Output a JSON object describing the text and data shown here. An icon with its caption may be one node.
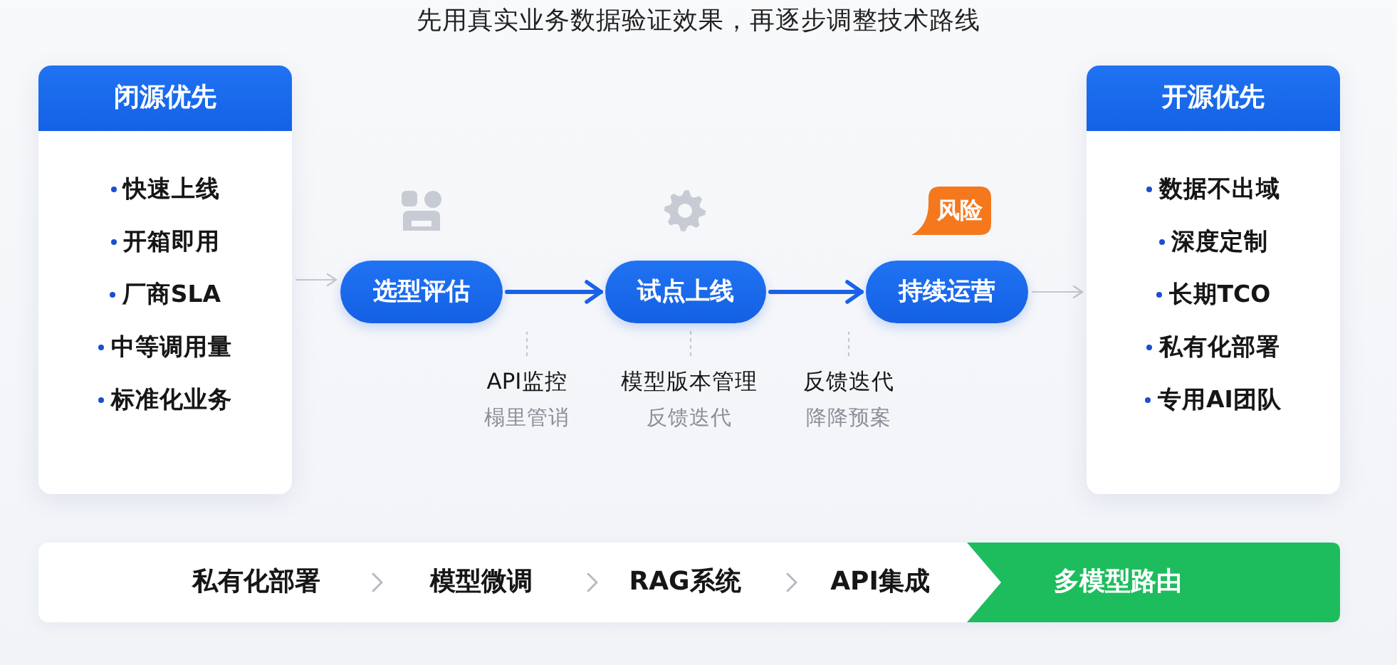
{
  "diagram": {
    "title": "先用真实业务数据验证效果，再逐步调整技术路线",
    "nodes": [
      {
        "text": [
          "闭源优先",
          "快速上线",
          "开箱即用",
          "厂商SLA",
          "中等调用量",
          "标准化业务"
        ]
      },
      {
        "text": [
          "选型评估"
        ]
      },
      {
        "text": [
          "试点上线"
        ]
      },
      {
        "text": [
          "持续运营"
        ]
      },
      {
        "text": [
          "风险"
        ]
      },
      {
        "text": [
          "开源优先",
          "数据不出域",
          "深度定制",
          "长期TCO",
          "私有化部署",
          "专用AI团队"
        ]
      },
      {
        "text": [
          "API监控",
          "榻里管诮"
        ]
      },
      {
        "text": [
          "模型版本管理",
          "反馈迭代"
        ]
      },
      {
        "text": [
          "反馈迭代",
          "降降预案"
        ]
      },
      {
        "text": [
          "私有化部署",
          "模型微调",
          "RAG系统",
          "API集成"
        ]
      },
      {
        "text": [
          "多模型路由"
        ],
        "in": 9
      }
    ],
    "edges": [
      {
        "from": 0,
        "to": 1,
        "arrow": "to"
      },
      {
        "from": 1,
        "to": 2,
        "arrow": "to",
        "style": "thick",
        "color": "#1a62e8"
      },
      {
        "from": 2,
        "to": 3,
        "arrow": "to",
        "style": "thick",
        "color": "#1a62e8"
      },
      {
        "from": 3,
        "to": 5,
        "arrow": "to"
      },
      {
        "from": 6,
        "to": null,
        "arrow": "none",
        "style": "dashed"
      },
      {
        "from": 7,
        "to": 2,
        "arrow": "none",
        "style": "dashed"
      },
      {
        "from": 8,
        "to": null,
        "arrow": "none",
        "style": "dashed"
      }
    ]
  }
}
